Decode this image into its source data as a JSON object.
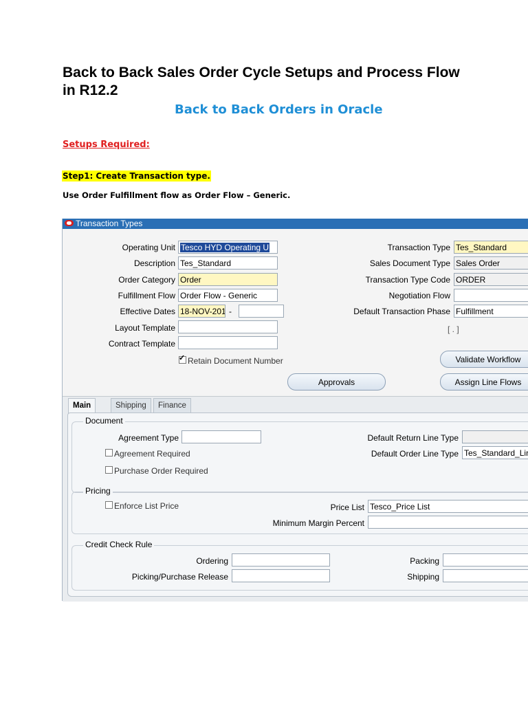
{
  "doc": {
    "title": "Back to Back Sales Order Cycle Setups and Process Flow in R12.2",
    "subtitle": "Back to Back Orders in Oracle",
    "setups_heading": "Setups Required:",
    "step1": "Step1: Create Transaction type.",
    "instruction": "Use Order Fulfillment flow as Order Flow – Generic."
  },
  "form": {
    "window_title": "Transaction Types",
    "left": [
      {
        "label": "Operating Unit",
        "value": "Tesco HYD Operating U"
      },
      {
        "label": "Description",
        "value": "Tes_Standard"
      },
      {
        "label": "Order Category",
        "value": "Order"
      },
      {
        "label": "Fulfillment Flow",
        "value": "Order Flow - Generic"
      },
      {
        "label": "Effective Dates",
        "value": "18-NOV-201",
        "sep": "-",
        "value2": ""
      },
      {
        "label": "Layout Template",
        "value": ""
      },
      {
        "label": "Contract Template",
        "value": ""
      }
    ],
    "right": [
      {
        "label": "Transaction Type",
        "value": "Tes_Standard"
      },
      {
        "label": "Sales Document Type",
        "value": "Sales Order"
      },
      {
        "label": "Transaction Type Code",
        "value": "ORDER"
      },
      {
        "label": "Negotiation Flow",
        "value": ""
      },
      {
        "label": "Default Transaction Phase",
        "value": "Fulfillment"
      }
    ],
    "dff": "[ . ]",
    "retain_doc_number": {
      "label": "Retain Document Number",
      "checked": true
    },
    "buttons": {
      "validate_workflow": "Validate Workflow",
      "approvals": "Approvals",
      "assign_line_flows": "Assign Line Flows"
    },
    "tabs": [
      "Main",
      "Shipping",
      "Finance"
    ],
    "active_tab": "Main",
    "document": {
      "heading": "Document",
      "agreement_type_label": "Agreement Type",
      "agreement_type_value": "",
      "agreement_required": "Agreement Required",
      "po_required": "Purchase Order Required",
      "default_return_line_type_label": "Default Return Line Type",
      "default_return_line_type_value": "",
      "default_order_line_type_label": "Default Order Line Type",
      "default_order_line_type_value": "Tes_Standard_Lin"
    },
    "pricing": {
      "heading": "Pricing",
      "enforce_list_price": "Enforce List Price",
      "price_list_label": "Price List",
      "price_list_value": "Tesco_Price List",
      "min_margin_label": "Minimum Margin Percent",
      "min_margin_value": ""
    },
    "credit_check": {
      "heading": "Credit Check Rule",
      "ordering_label": "Ordering",
      "ordering_value": "",
      "picking_label": "Picking/Purchase Release",
      "picking_value": "",
      "packing_label": "Packing",
      "packing_value": "",
      "shipping_label": "Shipping",
      "shipping_value": ""
    },
    "colors": {
      "titlebar": "#2a6fb5",
      "required_field": "#fff7c2",
      "link_heading": "#1f8fd6",
      "red_heading": "#e02020"
    }
  }
}
